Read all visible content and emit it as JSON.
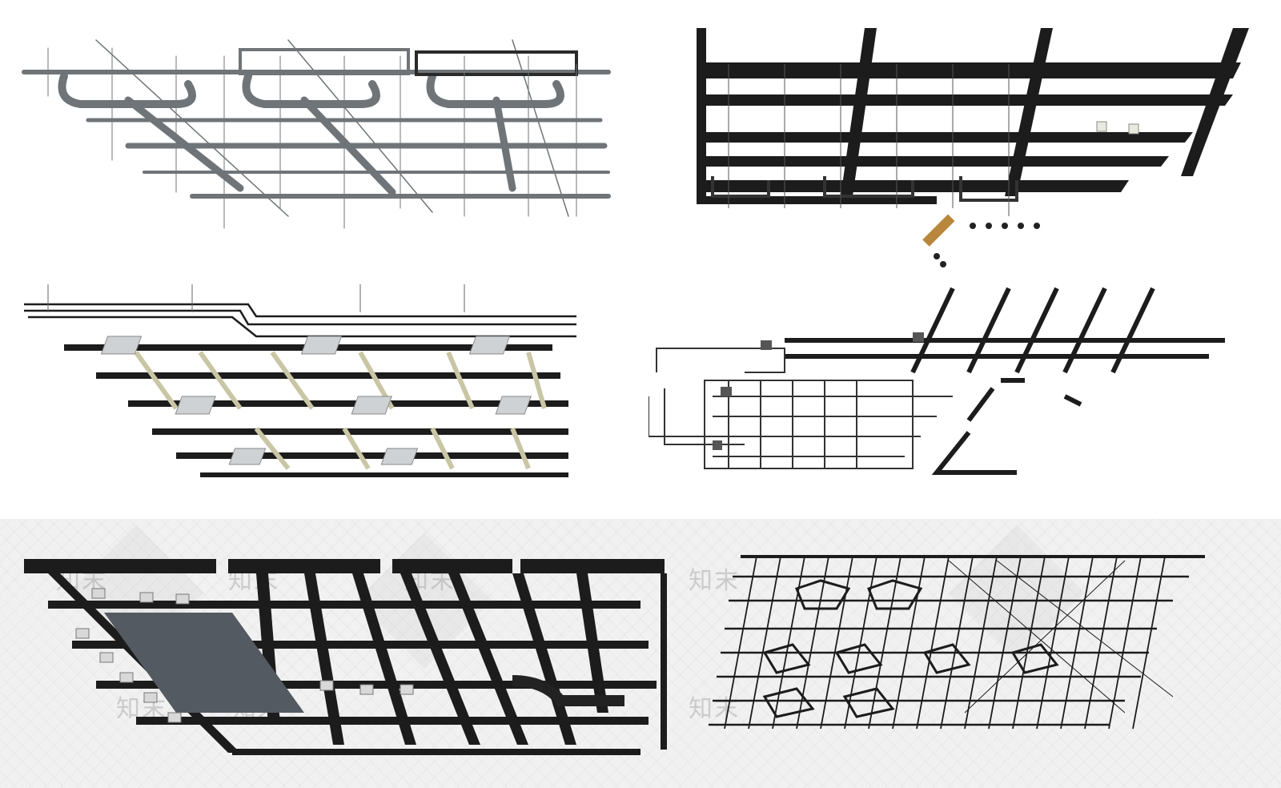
{
  "watermark": {
    "text": "知末"
  },
  "colors": {
    "background": "#ffffff",
    "bottom_band": "#f1f1f1",
    "duct_grey": "#6f7478",
    "beam_black": "#1c1c1c",
    "light_fixture": "#c9c6a5",
    "lamp_wood": "#b8873c",
    "panel_grey": "#545a62"
  },
  "icons": {
    "p1": "hvac-duct-layout",
    "p2": "ceiling-beams-with-pendant-lamps",
    "p3": "ceiling-with-ac-vents-and-light-strips",
    "p4": "cable-tray-pipe-layout",
    "p5": "ceiling-grid-with-pendant-lights",
    "p6": "dense-ceiling-grid-with-polygon-lights"
  }
}
